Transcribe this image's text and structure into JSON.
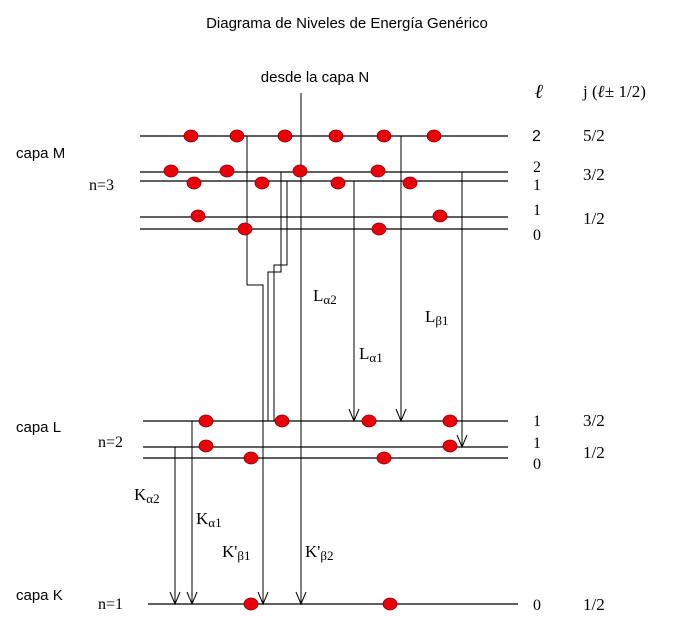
{
  "title": "Diagrama de Niveles de Energía Genérico",
  "source_label": "desde la capa N",
  "headers": {
    "l": "ℓ",
    "j_prefix": "j (",
    "j_l": "ℓ",
    "j_suffix": "± 1/2)"
  },
  "shells": [
    {
      "name": "capa M",
      "n": "n=3"
    },
    {
      "name": "capa L",
      "n": "n=2"
    },
    {
      "name": "capa K",
      "n": "n=1"
    }
  ],
  "levels": [
    {
      "l": "2",
      "j": "5/2"
    },
    {
      "l": "2",
      "l2": "1",
      "j": "3/2"
    },
    {
      "l": "1",
      "l2": "0",
      "j": "1/2"
    },
    {
      "l": "1",
      "j": "3/2"
    },
    {
      "l": "1",
      "l2": "0",
      "j": "1/2"
    },
    {
      "l": "0",
      "j": "1/2"
    }
  ],
  "transitions": [
    {
      "greek": "α",
      "sub": "2",
      "base": "L"
    },
    {
      "greek": "α",
      "sub": "1",
      "base": "L"
    },
    {
      "greek": "β",
      "sub": "1",
      "base": "L"
    },
    {
      "greek": "α",
      "sub": "2",
      "base": "K"
    },
    {
      "greek": "α",
      "sub": "1",
      "base": "K"
    },
    {
      "greek": "β",
      "sub": "1",
      "base": "K'"
    },
    {
      "greek": "β",
      "sub": "2",
      "base": "K'"
    }
  ],
  "colors": {
    "electron": "#e8000b",
    "line": "#000000"
  }
}
